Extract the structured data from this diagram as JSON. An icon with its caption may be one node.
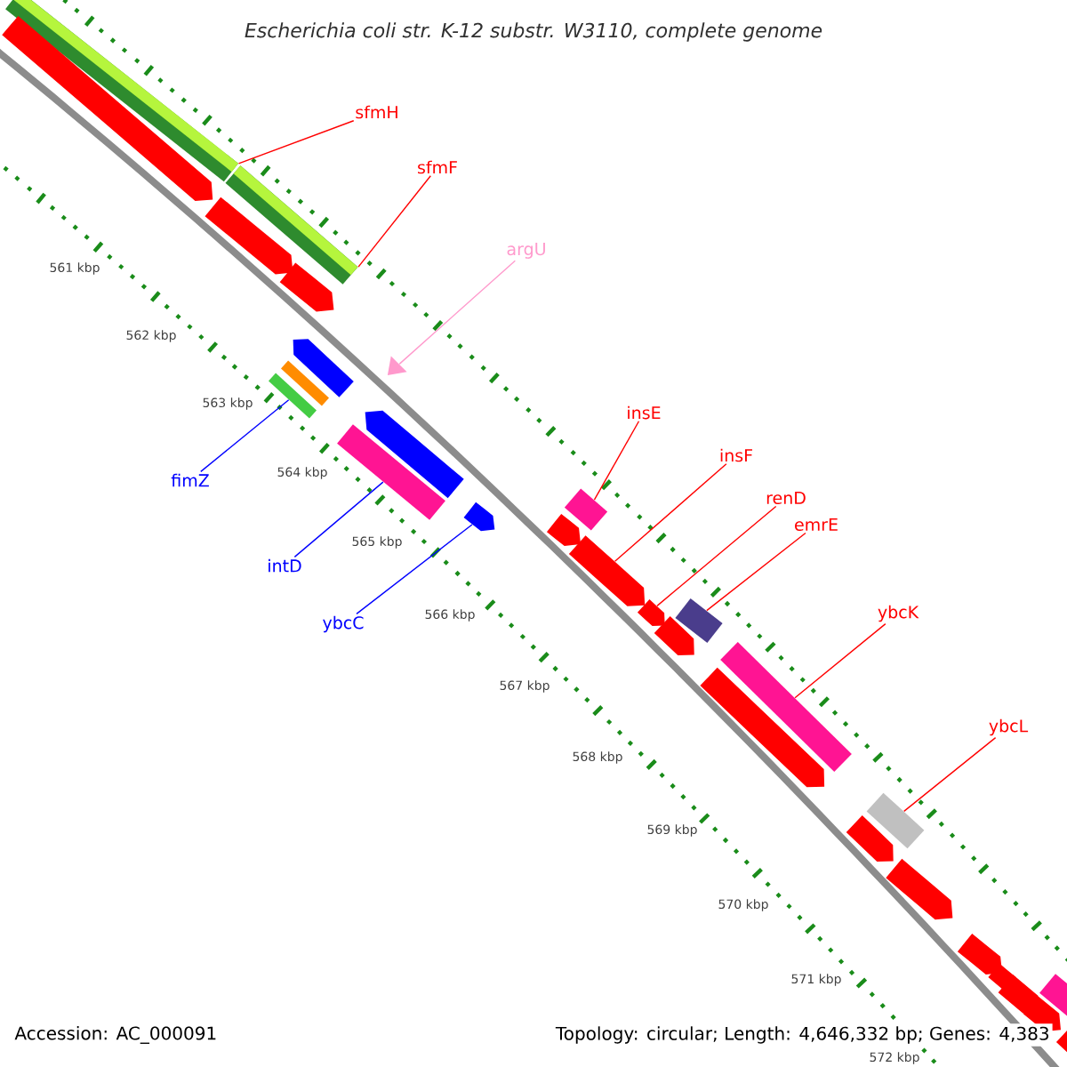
{
  "diagram": {
    "title": "Escherichia coli str. K-12 substr. W3110, complete genome",
    "nodes": [
      {
        "text": [
          "sfmH"
        ]
      },
      {
        "text": [
          "sfmF"
        ]
      },
      {
        "text": [
          "argU"
        ]
      },
      {
        "text": [
          "insE"
        ]
      },
      {
        "text": [
          "insF"
        ]
      },
      {
        "text": [
          "fimZ"
        ]
      },
      {
        "text": [
          "renD"
        ]
      },
      {
        "text": [
          "emrE"
        ]
      },
      {
        "text": [
          "intD"
        ]
      },
      {
        "text": [
          "ybcK"
        ]
      },
      {
        "text": [
          "ybcC"
        ]
      },
      {
        "text": [
          "ybcL"
        ]
      },
      {
        "text": [],
        "shape": "bar"
      },
      {
        "text": [],
        "shape": "arrow"
      },
      {
        "text": [],
        "shape": "bar"
      },
      {
        "text": [],
        "shape": "arrow"
      },
      {
        "text": [],
        "shape": "arrow"
      },
      {
        "text": [],
        "shape": "arrow"
      },
      {
        "text": [],
        "shape": "box"
      },
      {
        "text": [],
        "shape": "triangle"
      },
      {
        "text": [],
        "shape": "box"
      },
      {
        "text": [],
        "shape": "arrow"
      },
      {
        "text": [],
        "shape": "box"
      },
      {
        "text": [],
        "shape": "box"
      },
      {
        "text": [],
        "shape": "arrow"
      },
      {
        "text": [],
        "shape": "arrow"
      },
      {
        "text": [],
        "shape": "arrow"
      },
      {
        "text": [],
        "shape": "arrow"
      },
      {
        "text": [],
        "shape": "box"
      },
      {
        "text": [],
        "shape": "arrow"
      },
      {
        "text": [],
        "shape": "box"
      },
      {
        "text": [],
        "shape": "arrow"
      },
      {
        "text": [],
        "shape": "box"
      },
      {
        "text": [],
        "shape": "arrow"
      },
      {
        "text": [],
        "shape": "arrow"
      },
      {
        "text": [],
        "shape": "arrow"
      },
      {
        "text": [],
        "shape": "arrow"
      },
      {
        "text": [],
        "shape": "arrow"
      },
      {
        "text": [],
        "shape": "box"
      },
      {
        "text": [],
        "shape": "arrow"
      },
      {
        "text": [],
        "shape": "arrow"
      }
    ],
    "edges": [
      {
        "from": 0,
        "to": 12,
        "arrow": "none"
      },
      {
        "from": 1,
        "to": 14,
        "arrow": "none"
      },
      {
        "from": 2,
        "to": 19,
        "arrow": "none",
        "color": "#ff99cc"
      },
      {
        "from": 3,
        "to": 23,
        "arrow": "none"
      },
      {
        "from": 4,
        "to": 26,
        "arrow": "none"
      },
      {
        "from": 5,
        "to": 20,
        "arrow": "none",
        "color": "#0000ff"
      },
      {
        "from": 6,
        "to": 27,
        "arrow": "none"
      },
      {
        "from": 7,
        "to": 28,
        "arrow": "none"
      },
      {
        "from": 8,
        "to": 22,
        "arrow": "none",
        "color": "#0000ff"
      },
      {
        "from": 9,
        "to": 30,
        "arrow": "none"
      },
      {
        "from": 10,
        "to": 24,
        "arrow": "none",
        "color": "#0000ff"
      },
      {
        "from": 11,
        "to": 32,
        "arrow": "none"
      }
    ],
    "labels": [
      "561 kbp",
      "562 kbp",
      "563 kbp",
      "564 kbp",
      "565 kbp",
      "566 kbp",
      "567 kbp",
      "568 kbp",
      "569 kbp",
      "570 kbp",
      "571 kbp",
      "572 kbp",
      "Accession: AC_000091",
      "Topology: circular; Length: 4,646,332 bp; Genes: 4,383"
    ]
  }
}
